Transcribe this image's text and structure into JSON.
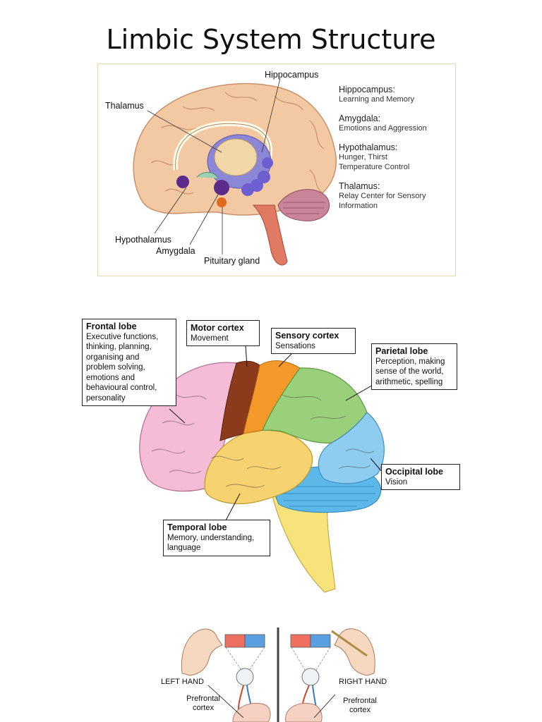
{
  "page": {
    "title": "Limbic System Structure"
  },
  "limbic_diagram": {
    "labels": {
      "hippocampus": "Hippocampus",
      "thalamus": "Thalamus",
      "hypothalamus": "Hypothalamus",
      "amygdala": "Amygdala",
      "pituitary": "Pituitary gland"
    },
    "definitions": [
      {
        "term": "Hippocampus:",
        "desc": [
          "Learning and Memory"
        ]
      },
      {
        "term": "Amygdala:",
        "desc": [
          "Emotions and Aggression"
        ]
      },
      {
        "term": "Hypothalamus:",
        "desc": [
          "Hunger, Thirst",
          "Temperature Control"
        ]
      },
      {
        "term": "Thalamus:",
        "desc": [
          "Relay Center for Sensory",
          "Information"
        ]
      }
    ]
  },
  "lobes_diagram": {
    "frontal": {
      "title": "Frontal lobe",
      "lines": [
        "Executive functions,",
        "thinking, planning,",
        "organising and",
        "problem solving,",
        "emotions and",
        "behavioural control,",
        "personality"
      ]
    },
    "motor": {
      "title": "Motor cortex",
      "lines": [
        "Movement"
      ]
    },
    "sensory": {
      "title": "Sensory cortex",
      "lines": [
        "Sensations"
      ]
    },
    "parietal": {
      "title": "Parietal lobe",
      "lines": [
        "Perception, making",
        "sense of the world,",
        "arithmetic, spelling"
      ]
    },
    "occipital": {
      "title": "Occipital lobe",
      "lines": [
        "Vision"
      ]
    },
    "temporal": {
      "title": "Temporal lobe",
      "lines": [
        "Memory, understanding,",
        "language"
      ]
    },
    "colors": {
      "frontal": "#f4bcd6",
      "motor": "#8b3a1c",
      "sensory": "#f59a2a",
      "parietal": "#9bd07a",
      "occipital": "#8ecdf0",
      "temporal": "#f6d270",
      "cerebellum": "#5cb8e8",
      "brainstem": "#f8e37a"
    }
  },
  "hands_diagram": {
    "left_hand": "LEFT HAND",
    "right_hand": "RIGHT HAND",
    "left_cortex": [
      "Prefrontal",
      "cortex"
    ],
    "right_cortex": [
      "Prefrontal",
      "cortex"
    ]
  }
}
